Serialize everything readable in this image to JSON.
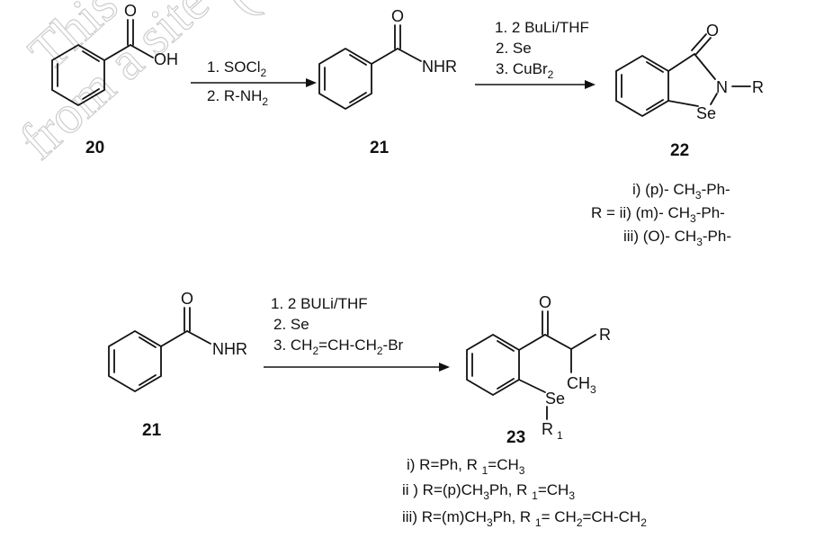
{
  "watermark": {
    "line1": "This",
    "line2": "from a site",
    "line3": "(w"
  },
  "compounds": {
    "c20": {
      "number": "20",
      "group": "OH",
      "carbonyl": "O"
    },
    "c21_top": {
      "number": "21",
      "group": "NHR",
      "carbonyl": "O"
    },
    "c22": {
      "number": "22",
      "carbonyl": "O",
      "n_label": "N",
      "n_sub": "R",
      "se_label": "Se"
    },
    "c21_bottom": {
      "number": "21",
      "group": "NHR",
      "carbonyl": "O"
    },
    "c23": {
      "number": "23",
      "carbonyl": "O",
      "r_label": "R",
      "ch3_label": "CH",
      "ch3_sub": "3",
      "se_label": "Se",
      "r1_label": "R",
      "r1_sub": "1"
    }
  },
  "reactions": {
    "step1": {
      "line1_pre": "1. SOCl",
      "line1_sub": "2",
      "line2_pre": "2. R-NH",
      "line2_sub": "2"
    },
    "step2": {
      "line1": "1. 2  BuLi/THF",
      "line2": "2.  Se",
      "line3_pre": "3.  CuBr",
      "line3_sub": "2"
    },
    "step3": {
      "line1": "1. 2  BULi/THF",
      "line2": "2. Se",
      "line3_a": "3.  CH",
      "line3_s1": "2",
      "line3_b": "=CH-CH",
      "line3_s2": "2",
      "line3_c": "-Br"
    }
  },
  "substituents_22": {
    "i_pre": "i) (p)-  CH",
    "i_sub": "3",
    "i_post": "-Ph-",
    "ii_pre": "R = ii) (m)-  CH",
    "ii_sub": "3",
    "ii_post": "-Ph-",
    "iii_pre": "iii) (O)-  CH",
    "iii_sub": "3",
    "iii_post": "-Ph-"
  },
  "substituents_23": {
    "i_a": "i) R=Ph, R ",
    "i_s1": "1",
    "i_b": "=CH",
    "i_s2": "3",
    "ii_a": "ii ) R=(p)CH",
    "ii_s1": "3",
    "ii_b": "Ph, R ",
    "ii_s2": "1",
    "ii_c": "=CH",
    "ii_s3": "3",
    "iii_a": "iii) R=(m)CH",
    "iii_s1": "3",
    "iii_b": "Ph, R ",
    "iii_s2": "1",
    "iii_c": "= CH",
    "iii_s3": "2",
    "iii_d": "=CH-CH",
    "iii_s4": "2"
  }
}
